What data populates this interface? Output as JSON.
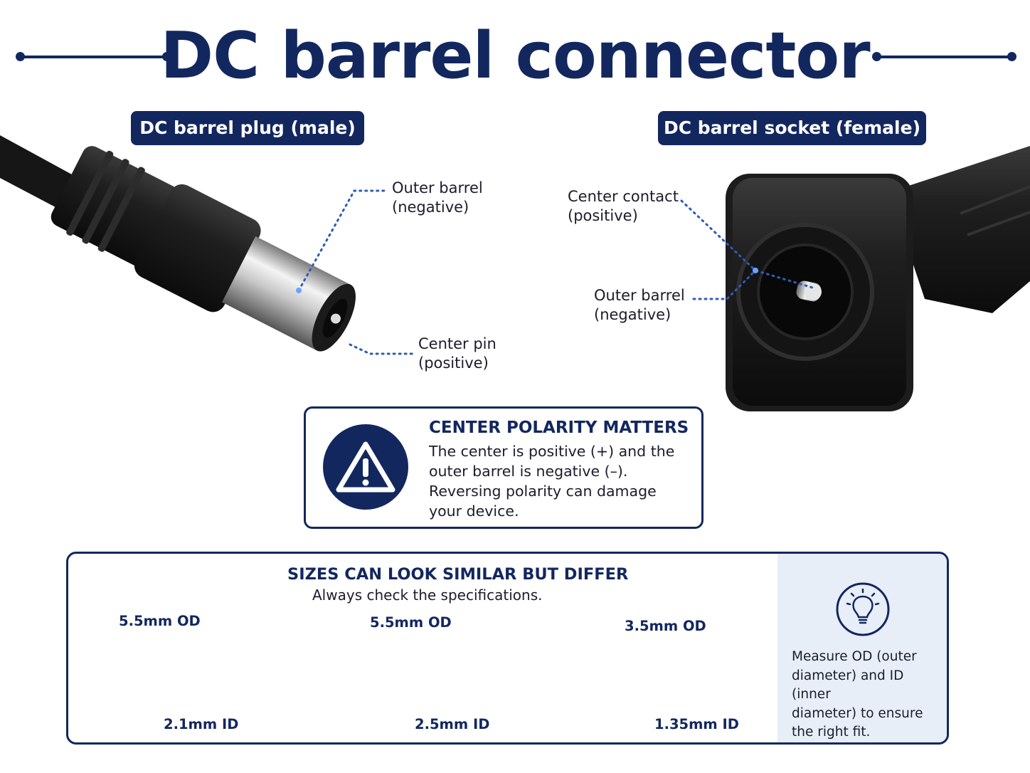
{
  "title": "DC barrel connector",
  "plug": {
    "header": "DC barrel plug (male)",
    "outer_barrel": [
      "Outer barrel",
      "(negative)"
    ],
    "center_pin": [
      "Center pin",
      "(positive)"
    ]
  },
  "socket": {
    "header": "DC barrel socket (female)",
    "center_contact": [
      "Center contact",
      "(positive)"
    ],
    "outer_barrel": [
      "Outer barrel",
      "(negative)"
    ]
  },
  "warning": {
    "icon": "warning-triangle-icon",
    "title": "CENTER POLARITY MATTERS",
    "lines": [
      "The center is positive (+) and the",
      "outer barrel is negative (–).",
      "Reversing polarity can damage",
      "your device."
    ]
  },
  "sizes": {
    "title": "SIZES CAN LOOK SIMILAR BUT DIFFER",
    "subtitle": "Always check the specifications.",
    "items": [
      {
        "od": "5.5mm OD",
        "id": "2.1mm ID"
      },
      {
        "od": "5.5mm OD",
        "id": "2.5mm ID"
      },
      {
        "od": "3.5mm OD",
        "id": "1.35mm ID"
      }
    ],
    "tip": {
      "icon": "lightbulb-icon",
      "lines": [
        "Measure OD (outer",
        "diameter) and ID (inner",
        "diameter) to ensure",
        "the right fit."
      ]
    }
  },
  "colors": {
    "accent": "#13275f",
    "tip_panel": "#e8eef8",
    "leader": "#2e5bb8"
  }
}
